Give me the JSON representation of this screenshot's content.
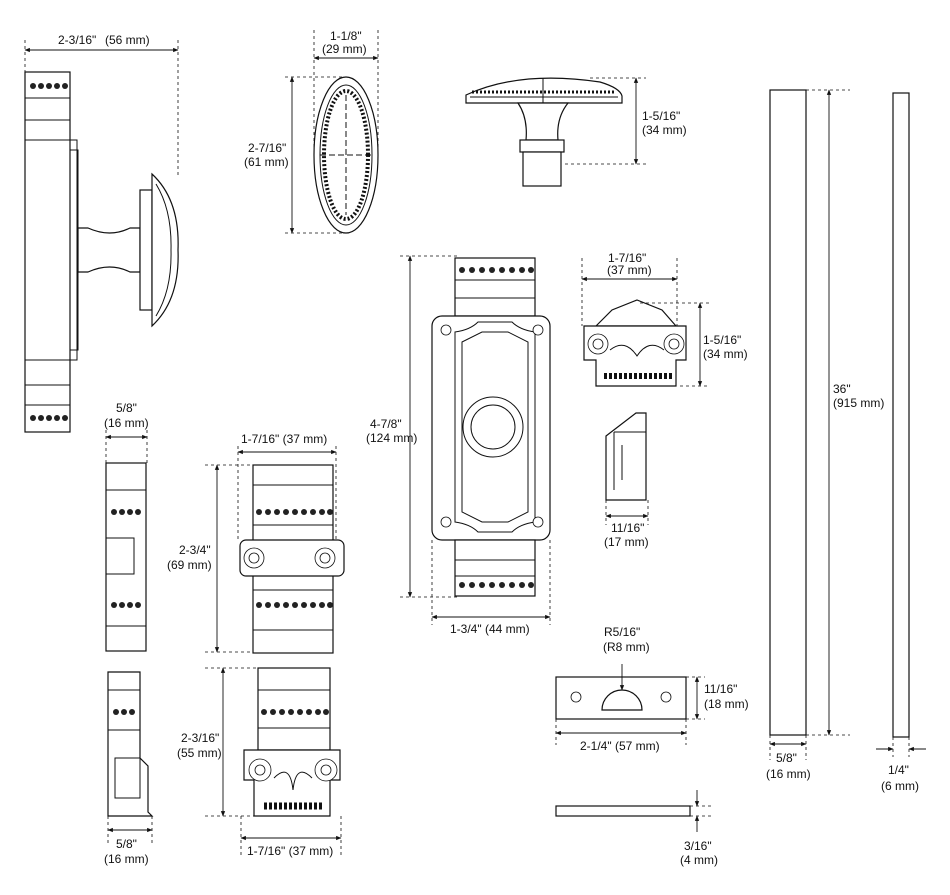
{
  "dimensions": {
    "side_width": {
      "inch": "2-3/16\"",
      "mm": "(56 mm)"
    },
    "rosette_width": {
      "inch": "1-1/8\"",
      "mm": "(29 mm)"
    },
    "rosette_height": {
      "inch": "2-7/16\"",
      "mm": "(61 mm)"
    },
    "knob_height": {
      "inch": "1-5/16\"",
      "mm": "(34 mm)"
    },
    "plate_height": {
      "inch": "4-7/8\"",
      "mm": "(124 mm)"
    },
    "plate_width": {
      "inch": "1-3/4\" (44 mm)"
    },
    "top_cap_width": {
      "inch": "1-7/16\"",
      "mm": "(37 mm)"
    },
    "top_cap_height": {
      "inch": "1-5/16\"",
      "mm": "(34 mm)"
    },
    "top_cap_side": {
      "inch": "11/16\"",
      "mm": "(17 mm)"
    },
    "bar_length": {
      "inch": "36\"",
      "mm": "(915 mm)"
    },
    "bar_width": {
      "inch": "5/8\"",
      "mm": "(16 mm)"
    },
    "rod_width": {
      "inch": "1/4\"",
      "mm": "(6 mm)"
    },
    "mid_side_width": {
      "inch": "5/8\"",
      "mm": "(16 mm)"
    },
    "mid_width": {
      "inch": "1-7/16\" (37 mm)"
    },
    "mid_height": {
      "inch": "2-3/4\"",
      "mm": "(69 mm)"
    },
    "bottom_height": {
      "inch": "2-3/16\"",
      "mm": "(55 mm)"
    },
    "bottom_width": {
      "inch": "1-7/16\" (37 mm)"
    },
    "bottom_side_width": {
      "inch": "5/8\"",
      "mm": "(16 mm)"
    },
    "strike_radius": {
      "inch": "R5/16\"",
      "mm": "(R8 mm)"
    },
    "strike_height": {
      "inch": "11/16\"",
      "mm": "(18 mm)"
    },
    "strike_width": {
      "inch": "2-1/4\" (57 mm)"
    },
    "strip_thickness": {
      "inch": "3/16\"",
      "mm": "(4 mm)"
    }
  }
}
